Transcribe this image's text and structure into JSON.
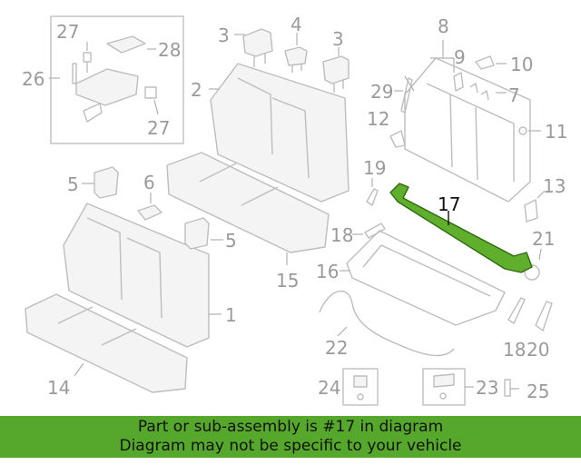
{
  "diagram": {
    "highlight_color": "#5fae2c",
    "callouts": [
      {
        "label": "27"
      },
      {
        "label": "28"
      },
      {
        "label": "26"
      },
      {
        "label": "27"
      },
      {
        "label": "3"
      },
      {
        "label": "4"
      },
      {
        "label": "3"
      },
      {
        "label": "2"
      },
      {
        "label": "8"
      },
      {
        "label": "9"
      },
      {
        "label": "10"
      },
      {
        "label": "29"
      },
      {
        "label": "7"
      },
      {
        "label": "12"
      },
      {
        "label": "11"
      },
      {
        "label": "5"
      },
      {
        "label": "6"
      },
      {
        "label": "19"
      },
      {
        "label": "13"
      },
      {
        "label": "17"
      },
      {
        "label": "5"
      },
      {
        "label": "18"
      },
      {
        "label": "21"
      },
      {
        "label": "16"
      },
      {
        "label": "15"
      },
      {
        "label": "1"
      },
      {
        "label": "22"
      },
      {
        "label": "18"
      },
      {
        "label": "20"
      },
      {
        "label": "14"
      },
      {
        "label": "24"
      },
      {
        "label": "23"
      },
      {
        "label": "25"
      }
    ]
  },
  "banner": {
    "background": "#56a82c",
    "line1": "Part or sub-assembly is #17 in diagram",
    "line2": "Diagram may not be specific to your vehicle"
  }
}
